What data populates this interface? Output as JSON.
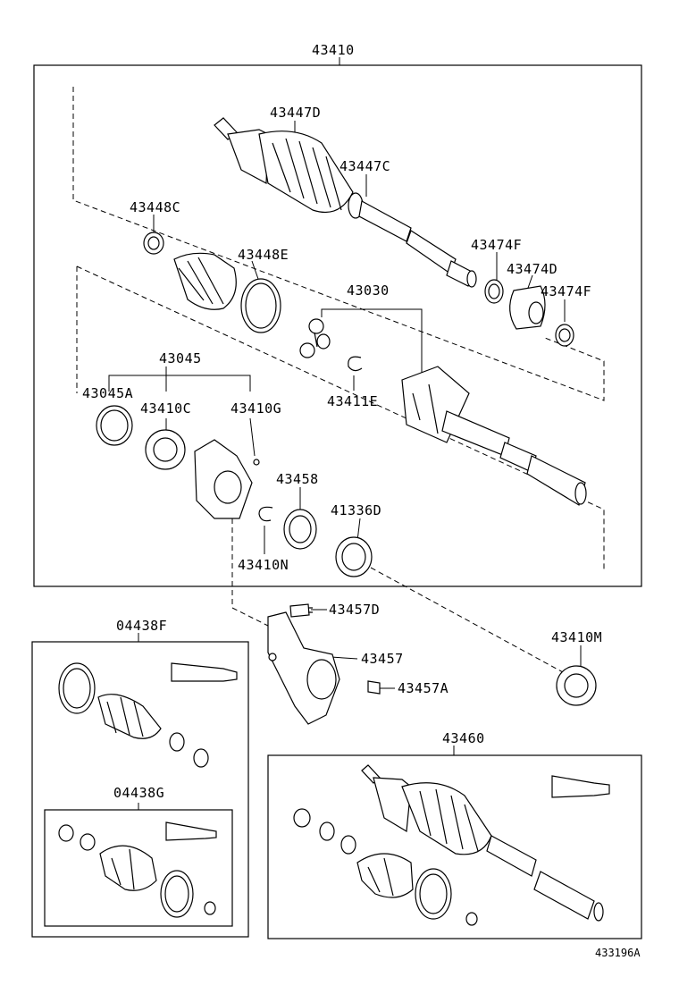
{
  "labels": {
    "l43410": "43410",
    "l43447D": "43447D",
    "l43447C": "43447C",
    "l43448C": "43448C",
    "l43448E": "43448E",
    "l43474F_a": "43474F",
    "l43474D": "43474D",
    "l43474F_b": "43474F",
    "l43030": "43030",
    "l43045": "43045",
    "l43045A": "43045A",
    "l43410C": "43410C",
    "l43410G": "43410G",
    "l43411E": "43411E",
    "l43458": "43458",
    "l41336D": "41336D",
    "l43410N": "43410N",
    "l43457D": "43457D",
    "l43457": "43457",
    "l43457A": "43457A",
    "l43410M": "43410M",
    "l04438F": "04438F",
    "l04438G": "04438G",
    "l43460": "43460"
  },
  "caption": "433196A"
}
